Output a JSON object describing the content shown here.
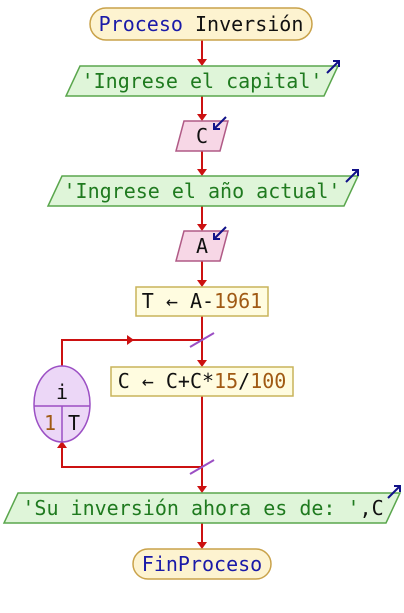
{
  "flowchart": {
    "start": {
      "keyword": "Proceso",
      "name": "Inversión"
    },
    "output1": {
      "text": "'Ingrese el capital'"
    },
    "input1": {
      "var": "C"
    },
    "output2": {
      "text": "'Ingrese el año actual'"
    },
    "input2": {
      "var": "A"
    },
    "assign1": {
      "lhs": "T",
      "arrow": "←",
      "expr": "A-",
      "num": "1961"
    },
    "loop": {
      "var": "i",
      "start": "1",
      "end": "T"
    },
    "assign2": {
      "lhs": "C",
      "arrow": "←",
      "expr": "C+C*",
      "num1": "15",
      "slash": "/",
      "num2": "100"
    },
    "output3": {
      "text": "'Su inversión ahora es de: '",
      "suffix": ",C"
    },
    "end": {
      "keyword": "FinProceso"
    }
  },
  "colors": {
    "flow_line": "#cc1111",
    "terminal_fill": "#fdf3d0",
    "terminal_stroke": "#c9a24a",
    "keyword_text": "#1a1aa8",
    "output_fill": "#dff5d9",
    "output_stroke": "#5aa64d",
    "string_text": "#1f7a1f",
    "input_fill": "#f7d7e6",
    "input_stroke": "#b05a86",
    "assign_fill": "#fffce0",
    "assign_stroke": "#c9b45a",
    "number_text": "#a05a14",
    "loop_fill": "#ecd7f7",
    "loop_stroke": "#9b4fc4",
    "io_arrow": "#111188",
    "default_text": "#111111"
  }
}
